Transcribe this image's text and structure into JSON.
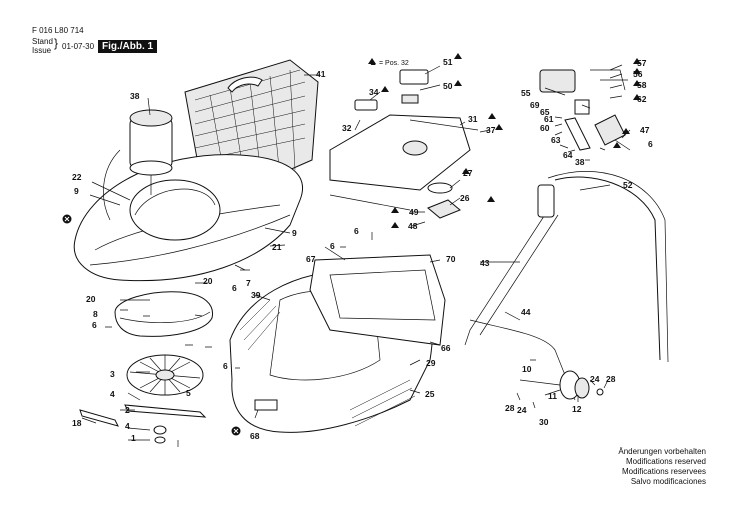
{
  "header": {
    "code": "F 016 L80 714",
    "stand": "Stand",
    "issue": "Issue",
    "date": "01-07-30",
    "fig": "Fig./Abb. 1"
  },
  "note": {
    "marker": "▲",
    "text": "= Pos. 32"
  },
  "footer": [
    "Änderungen vorbehalten",
    "Modifications reserved",
    "Modifications reservees",
    "Salvo modificaciones"
  ],
  "labels": [
    "1",
    "2",
    "3",
    "4",
    "4",
    "5",
    "6",
    "6",
    "6",
    "6",
    "6",
    "6",
    "7",
    "8",
    "9",
    "9",
    "10",
    "11",
    "12",
    "18",
    "20",
    "20",
    "21",
    "22",
    "24",
    "24",
    "25",
    "26",
    "27",
    "28",
    "28",
    "29",
    "30",
    "31",
    "32",
    "34",
    "37",
    "38",
    "38",
    "39",
    "41",
    "43",
    "44",
    "47",
    "48",
    "49",
    "50",
    "51",
    "52",
    "55",
    "56",
    "57",
    "58",
    "60",
    "61",
    "62",
    "63",
    "64",
    "65",
    "66",
    "67",
    "68",
    "69",
    "70"
  ]
}
